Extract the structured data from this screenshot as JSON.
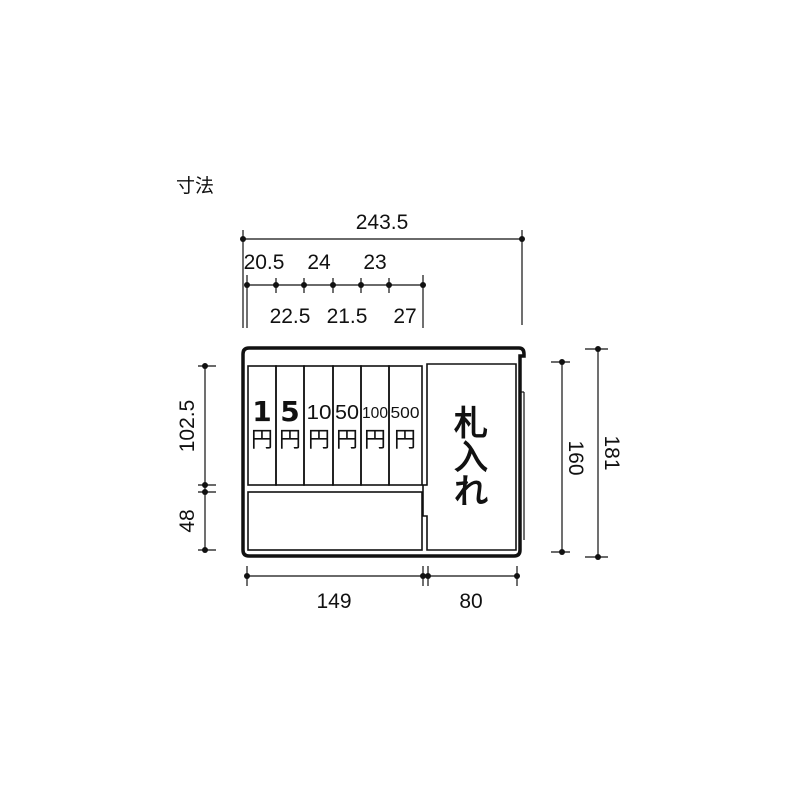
{
  "title": "寸法",
  "dimensions": {
    "overall_width": "243.5",
    "top_row": [
      "20.5",
      "24",
      "23"
    ],
    "bottom_row": [
      "22.5",
      "21.5",
      "27"
    ],
    "bottom_left": "149",
    "bottom_right": "80",
    "left_upper": "102.5",
    "left_lower": "48",
    "right_inner": "160",
    "right_outer": "181"
  },
  "coin_slots": [
    {
      "value": "1",
      "unit": "円"
    },
    {
      "value": "5",
      "unit": "円"
    },
    {
      "value": "10",
      "unit": "円"
    },
    {
      "value": "50",
      "unit": "円"
    },
    {
      "value": "100",
      "unit": "円"
    },
    {
      "value": "500",
      "unit": "円"
    }
  ],
  "bill_slot": [
    "札",
    "入",
    "れ"
  ]
}
